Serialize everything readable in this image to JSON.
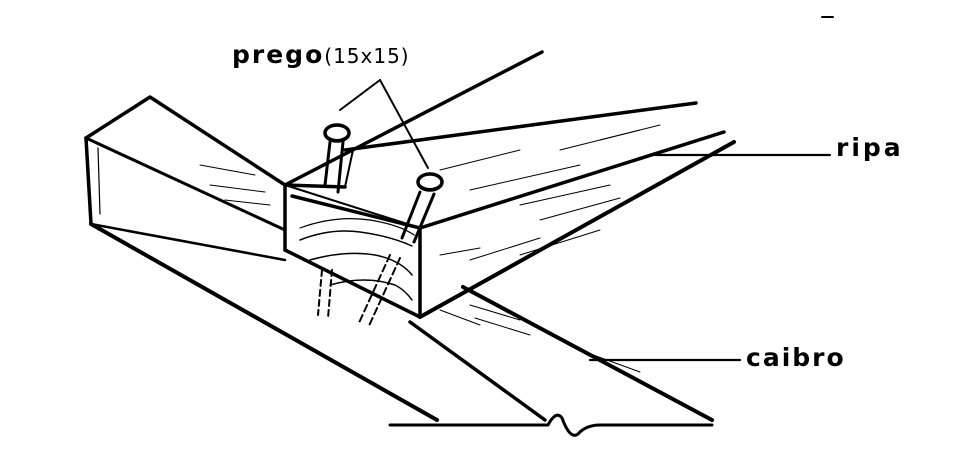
{
  "labels": {
    "nail": "prego",
    "nail_size": "(15x15)",
    "batten": "ripa",
    "rafter": "caibro"
  },
  "colors": {
    "ink": "#000000",
    "paper": "#ffffff"
  }
}
